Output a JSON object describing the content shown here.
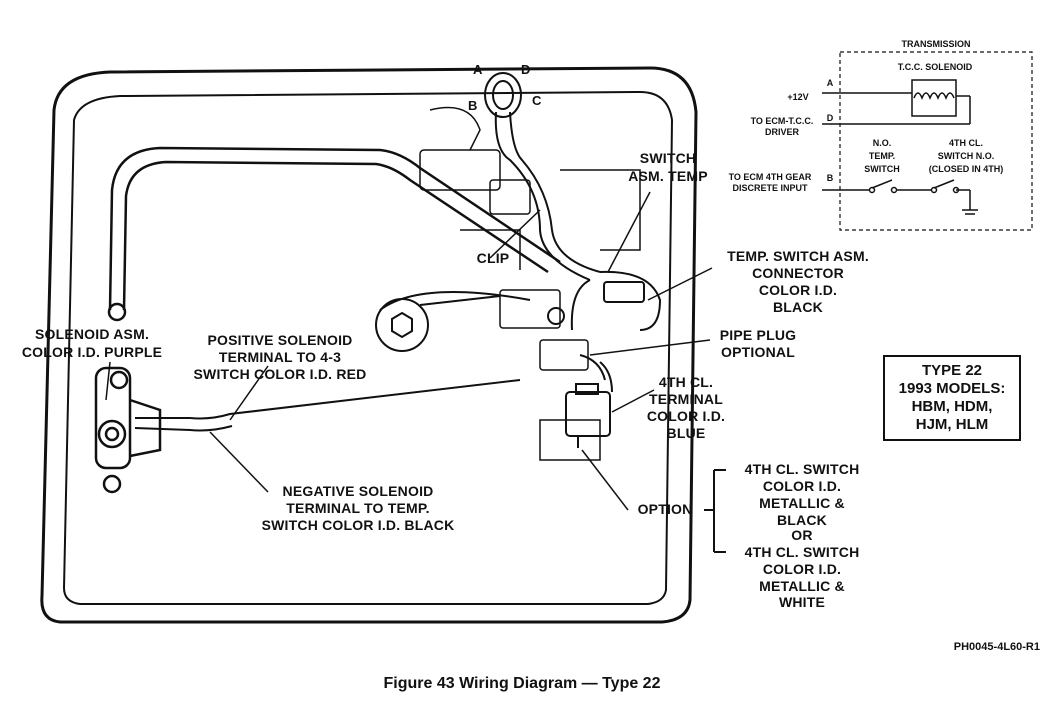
{
  "figure": {
    "caption": "Figure 43 Wiring Diagram — Type 22",
    "part_code": "PH0045-4L60-R1"
  },
  "connector_pins": [
    "A",
    "D",
    "B",
    "C"
  ],
  "callouts": {
    "switch_asm_temp": [
      "SWITCH",
      "ASM. TEMP"
    ],
    "clip": "CLIP",
    "temp_switch_connector": [
      "TEMP. SWITCH ASM.",
      "CONNECTOR",
      "COLOR I.D.",
      "BLACK"
    ],
    "pipe_plug": [
      "PIPE PLUG",
      "OPTIONAL"
    ],
    "fourth_cl_terminal": [
      "4TH CL.",
      "TERMINAL",
      "COLOR I.D.",
      "BLUE"
    ],
    "solenoid_asm": [
      "SOLENOID ASM.",
      "COLOR I.D. PURPLE"
    ],
    "positive_solenoid": [
      "POSITIVE SOLENOID",
      "TERMINAL TO 4-3",
      "SWITCH COLOR I.D. RED"
    ],
    "negative_solenoid": [
      "NEGATIVE SOLENOID",
      "TERMINAL TO TEMP.",
      "SWITCH COLOR I.D. BLACK"
    ],
    "option": "OPTION",
    "option_a": [
      "4TH CL. SWITCH",
      "COLOR I.D.",
      "METALLIC &",
      "BLACK"
    ],
    "option_or": "OR",
    "option_b": [
      "4TH CL. SWITCH",
      "COLOR I.D.",
      "METALLIC &",
      "WHITE"
    ]
  },
  "type_box": [
    "TYPE 22",
    "1993 MODELS:",
    "HBM, HDM,",
    "HJM, HLM"
  ],
  "schematic": {
    "title": "TRANSMISSION",
    "solenoid_label": "T.C.C. SOLENOID",
    "plus12": "+12V",
    "driver": [
      "TO ECM-T.C.C.",
      "DRIVER"
    ],
    "ecm_input": [
      "TO ECM 4TH GEAR",
      "DISCRETE INPUT"
    ],
    "temp_switch": [
      "N.O.",
      "TEMP.",
      "SWITCH"
    ],
    "fourth_switch": [
      "4TH CL.",
      "SWITCH N.O.",
      "(CLOSED IN 4TH)"
    ],
    "pins": [
      "A",
      "D",
      "B"
    ]
  }
}
